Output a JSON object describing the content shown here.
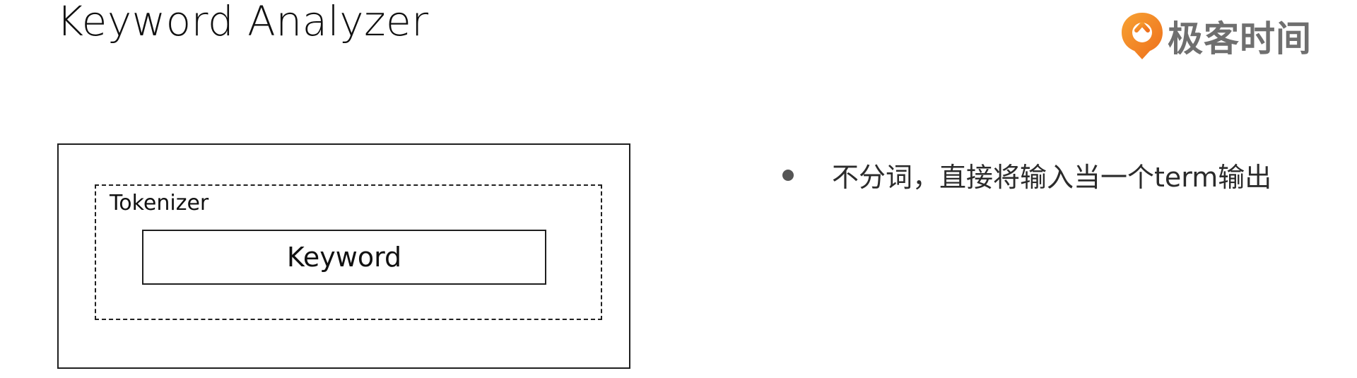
{
  "title": "Keyword Analyzer",
  "logo": {
    "text": "极客时间",
    "icon": "geektime-logo-icon",
    "accent_color": "#f08a24"
  },
  "diagram": {
    "tokenizer_label": "Tokenizer",
    "keyword_label": "Keyword"
  },
  "bullets": [
    "不分词，直接将输入当一个term输出"
  ]
}
